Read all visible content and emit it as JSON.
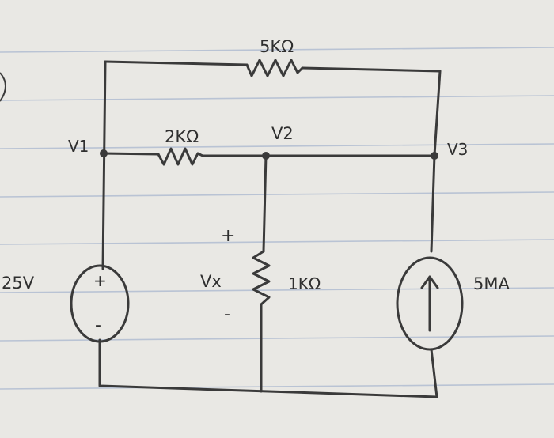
{
  "diagram": {
    "nodes": {
      "v1": "V1",
      "v2": "V2",
      "v3": "V3"
    },
    "components": {
      "r_top": "5KΩ",
      "r_mid": "2KΩ",
      "r_vert": "1KΩ",
      "voltage_source": "25V",
      "current_source": "5MA"
    },
    "polarity": {
      "source_plus": "+",
      "source_minus": "-",
      "vx_label": "Vx",
      "vx_plus": "+",
      "vx_minus": "-"
    },
    "colors": {
      "paper": "#e9e8e4",
      "ink": "#3a3a3a",
      "rule_lines": "#b9c3d4"
    }
  }
}
